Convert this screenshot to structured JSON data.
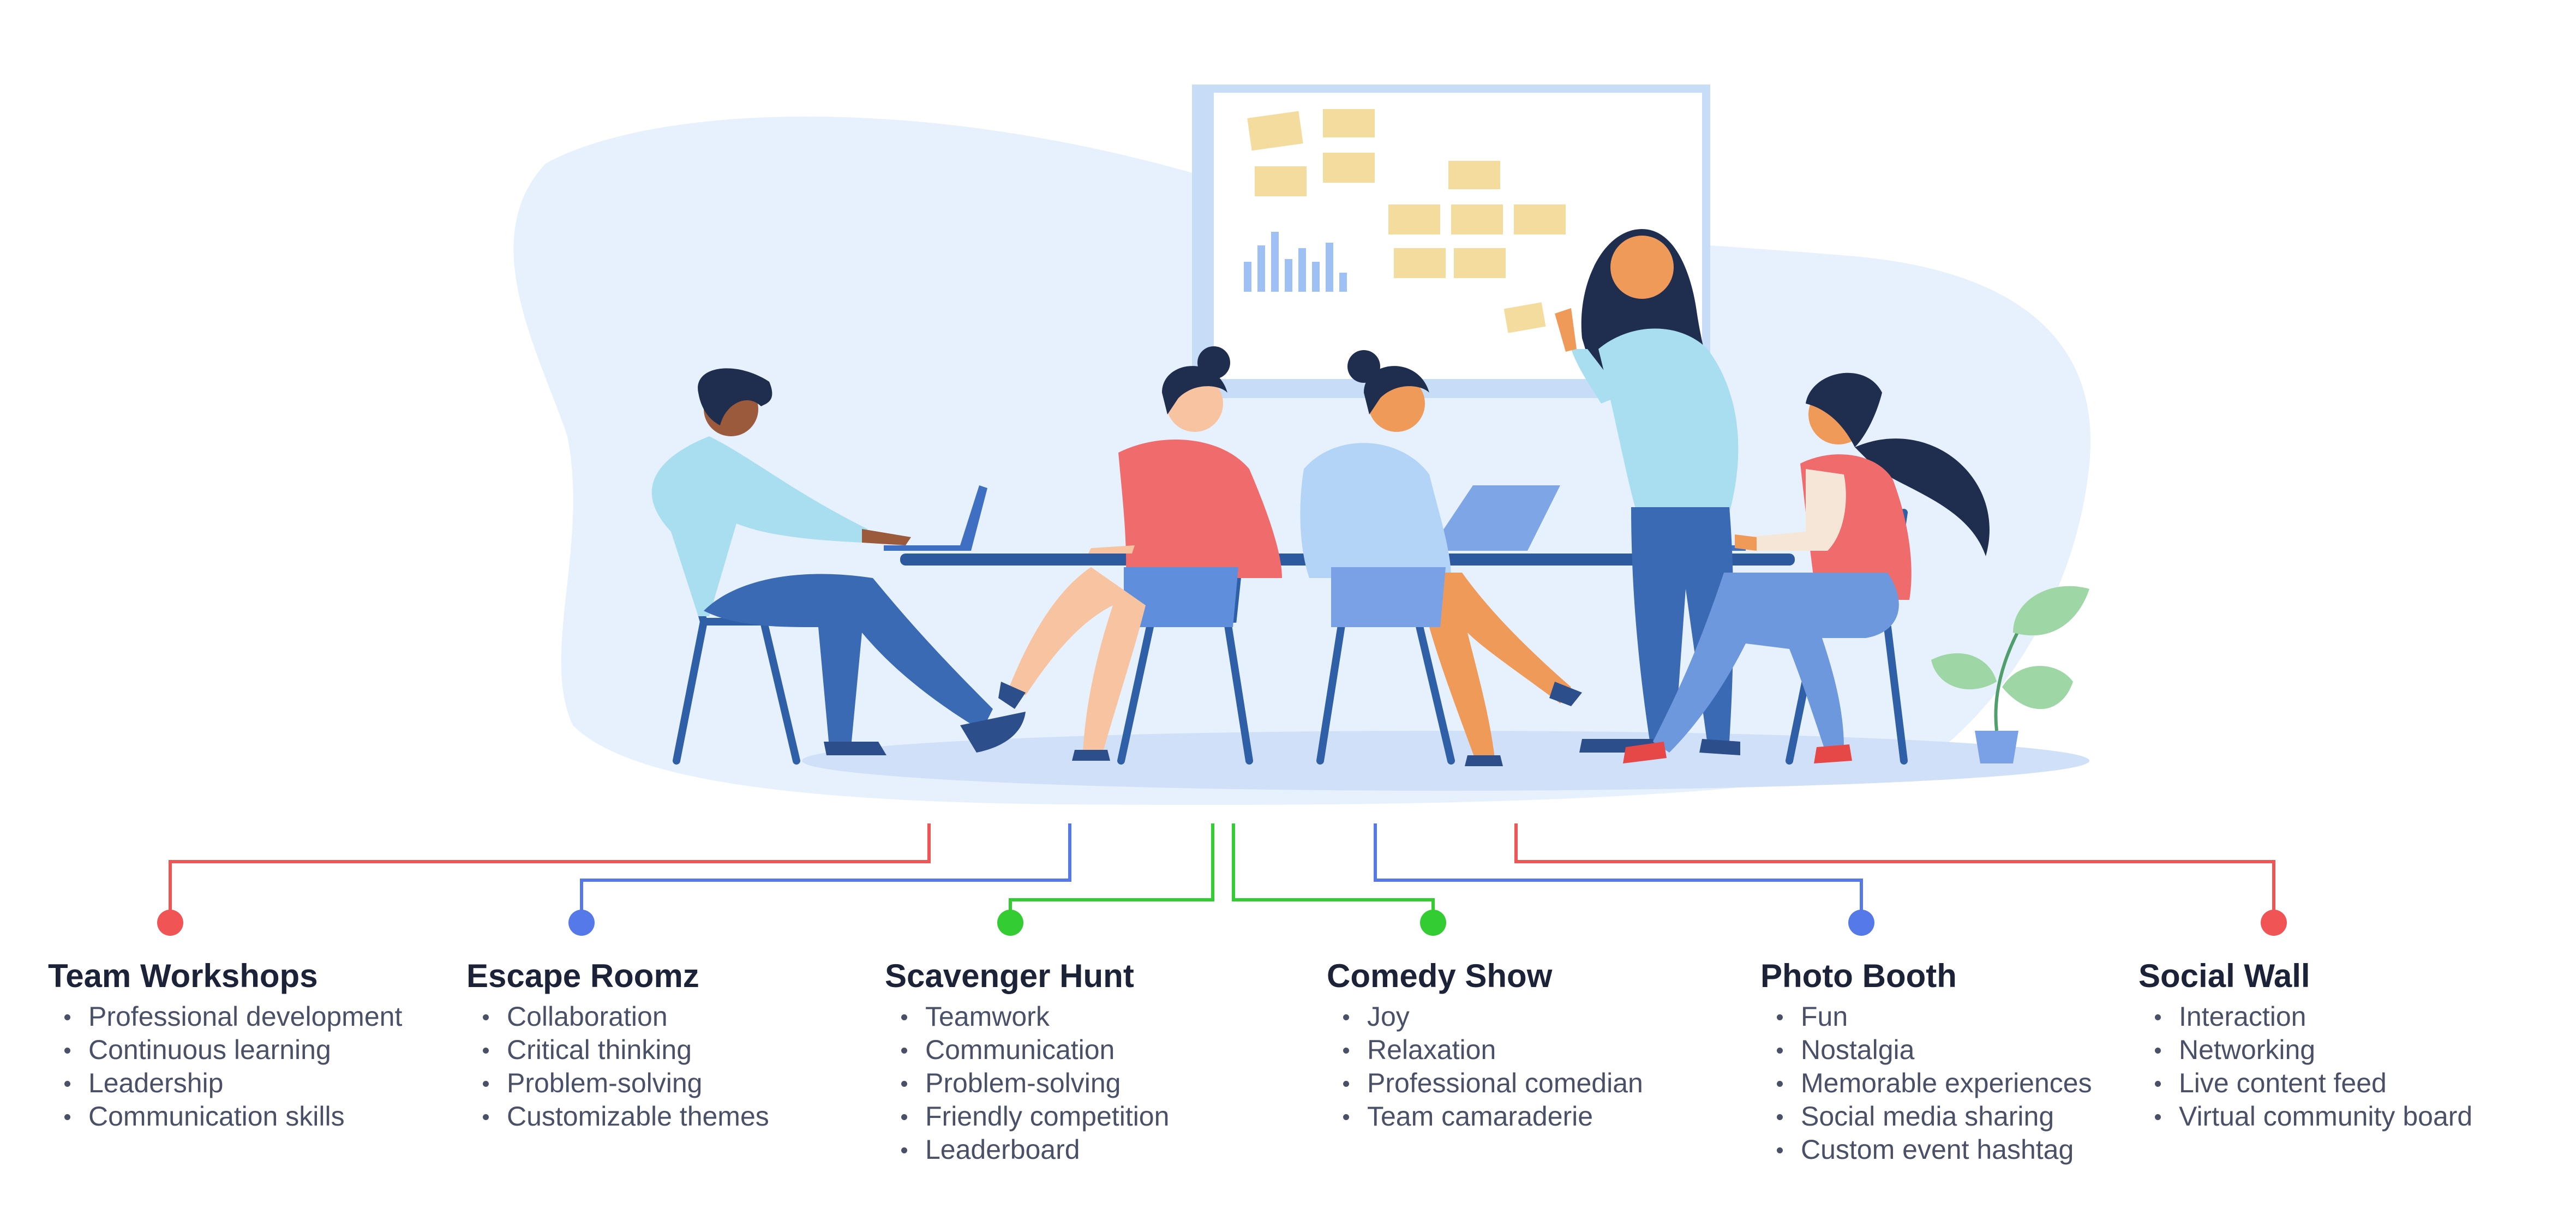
{
  "colors": {
    "red": "#f05454",
    "blue": "#5579e8",
    "green": "#33cc33",
    "text_heading": "#1c2238",
    "text_body": "#4a5068"
  },
  "illustration": {
    "icons": [
      "whiteboard-icon",
      "sticky-note-icon",
      "bar-chart-icon",
      "laptop-icon",
      "plant-icon",
      "chair-icon",
      "table-icon",
      "person-icon"
    ]
  },
  "activities": [
    {
      "title": "Team Workshops",
      "color": "red",
      "items": [
        "Professional development",
        "Continuous learning",
        "Leadership",
        "Communication skills"
      ]
    },
    {
      "title": "Escape Roomz",
      "color": "blue",
      "items": [
        "Collaboration",
        "Critical thinking",
        "Problem-solving",
        "Customizable themes"
      ]
    },
    {
      "title": "Scavenger Hunt",
      "color": "green",
      "items": [
        "Teamwork",
        "Communication",
        "Problem-solving",
        "Friendly competition",
        "Leaderboard"
      ]
    },
    {
      "title": "Comedy Show",
      "color": "green",
      "items": [
        "Joy",
        "Relaxation",
        "Professional comedian",
        "Team camaraderie"
      ]
    },
    {
      "title": "Photo Booth",
      "color": "blue",
      "items": [
        "Fun",
        "Nostalgia",
        "Memorable experiences",
        "Social media sharing",
        "Custom event hashtag"
      ]
    },
    {
      "title": "Social Wall",
      "color": "red",
      "items": [
        "Interaction",
        "Networking",
        "Live content feed",
        "Virtual community board"
      ]
    }
  ]
}
